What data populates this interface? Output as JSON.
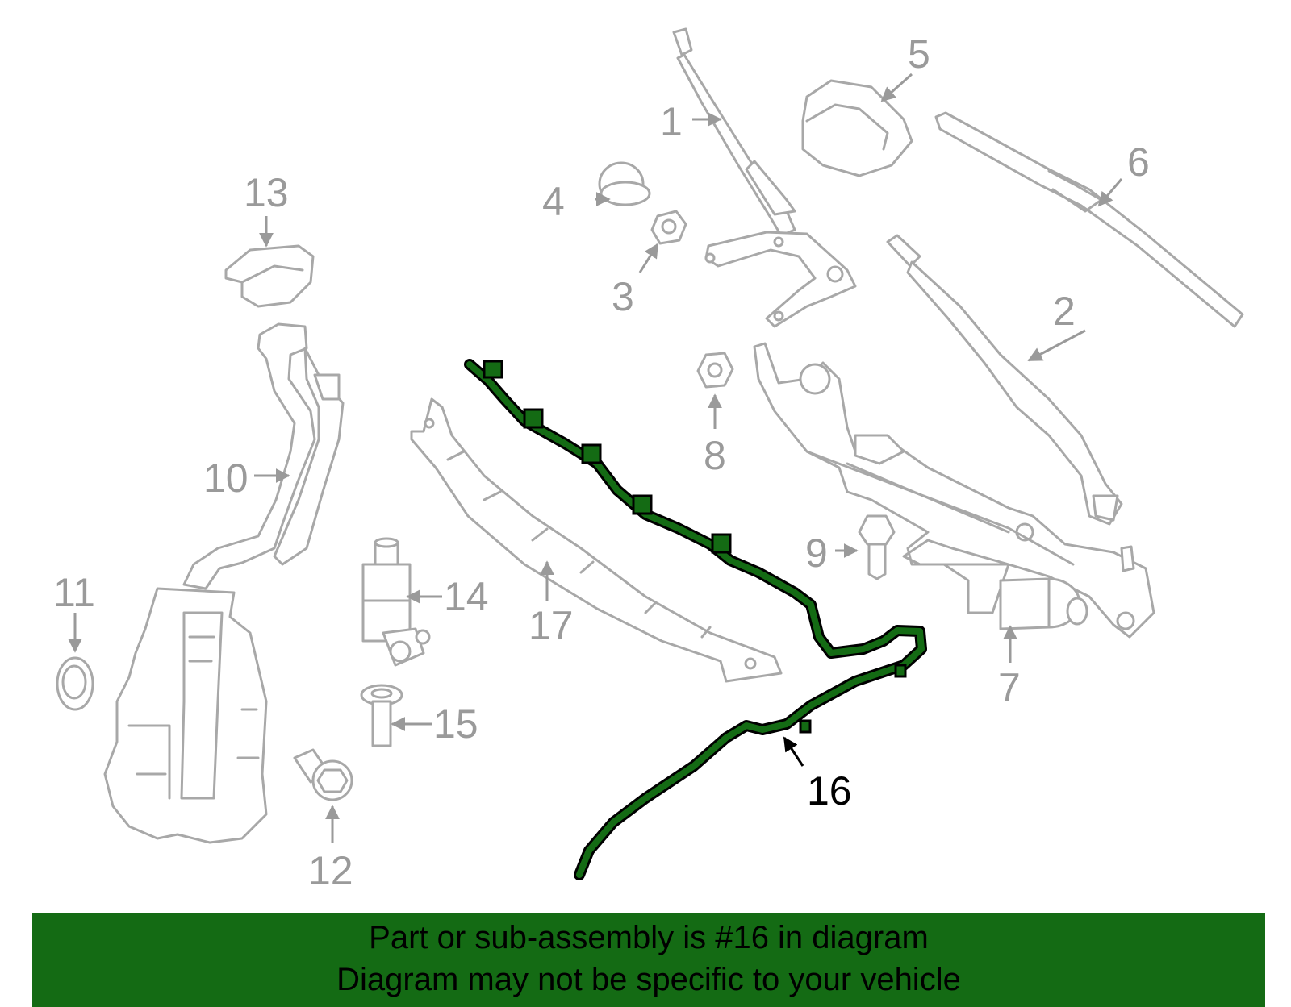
{
  "colors": {
    "highlight_part": "#146b14",
    "banner_background": "#146b14",
    "other_parts": "#a8a8a8"
  },
  "callouts": {
    "c1": "1",
    "c2": "2",
    "c3": "3",
    "c4": "4",
    "c5": "5",
    "c6": "6",
    "c7": "7",
    "c8": "8",
    "c9": "9",
    "c10": "10",
    "c11": "11",
    "c12": "12",
    "c13": "13",
    "c14": "14",
    "c15": "15",
    "c16": "16",
    "c17": "17"
  },
  "highlighted_part": "16",
  "banner": {
    "line1": "Part or sub-assembly is #16 in diagram",
    "line2": "Diagram may not be specific to your vehicle"
  }
}
